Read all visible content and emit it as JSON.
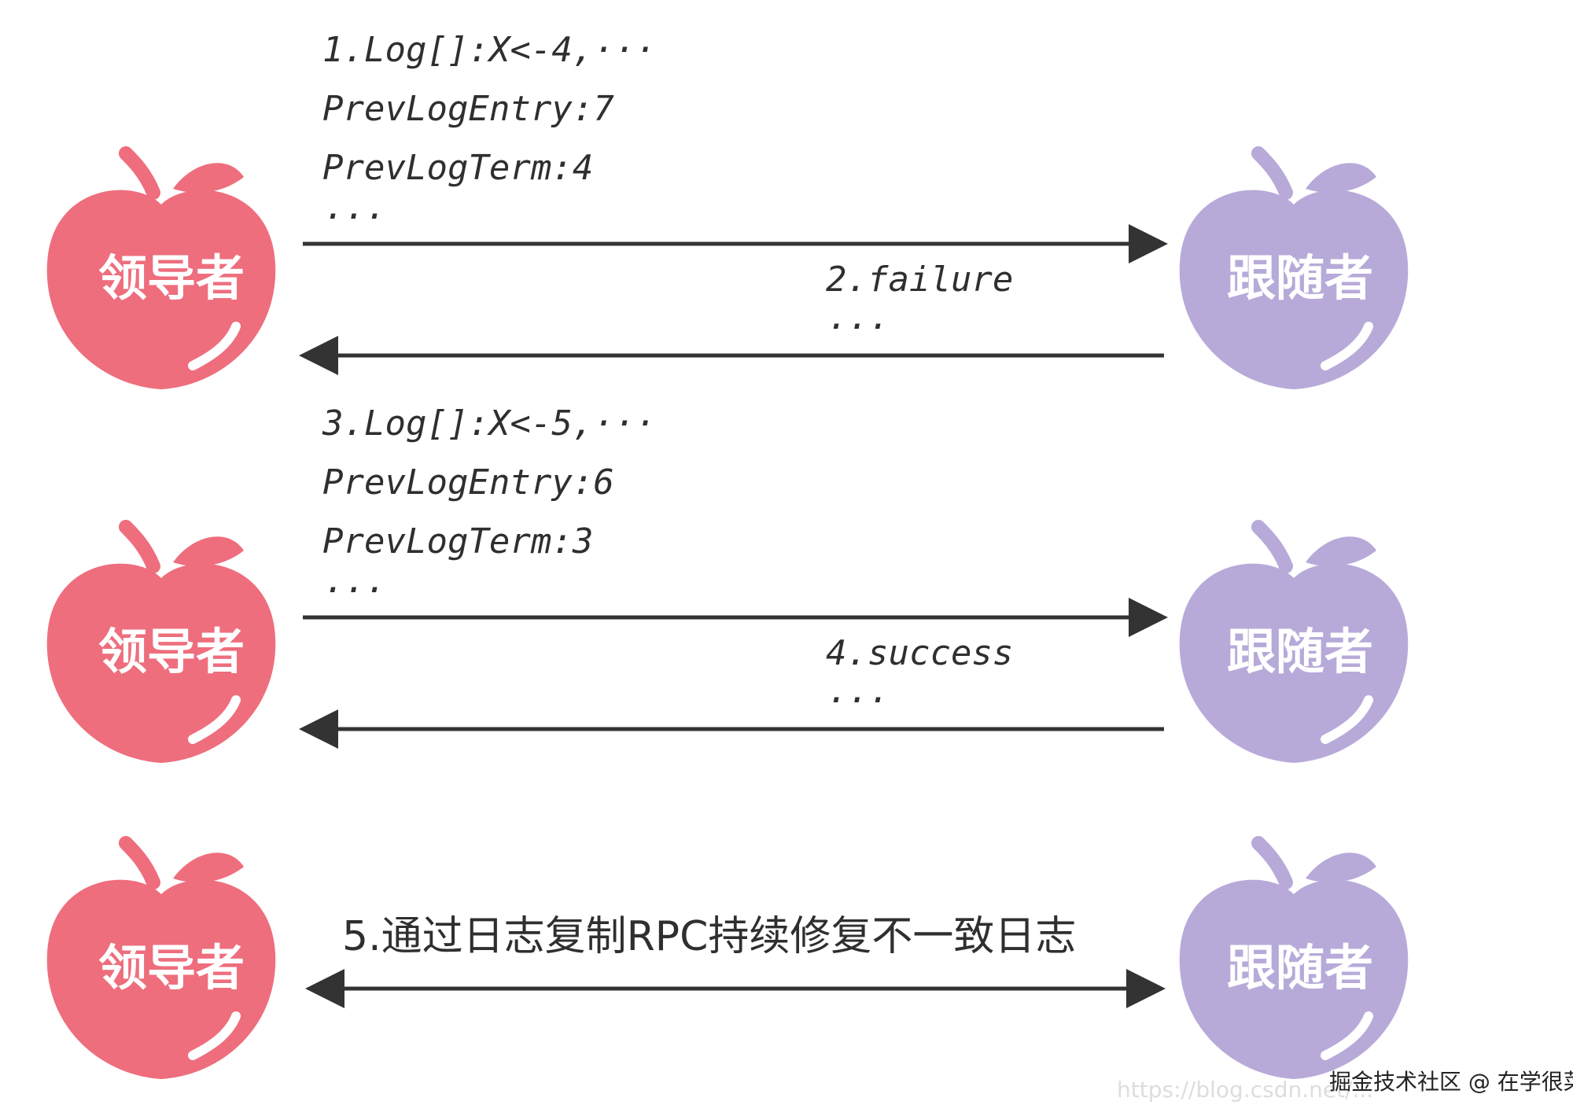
{
  "colors": {
    "leader": "#ee6e7d",
    "follower": "#b7aad9",
    "stroke": "#333333",
    "leaf_leader": "#ee6e7d",
    "leaf_follower": "#b7aad9"
  },
  "nodes": {
    "leader_label": "领导者",
    "follower_label": "跟随者"
  },
  "rounds": [
    {
      "request_lines": [
        "1.Log[]:X<-4,···",
        "PrevLogEntry:7",
        "PrevLogTerm:4",
        "···"
      ],
      "reply_lines": [
        "2.failure",
        "···"
      ]
    },
    {
      "request_lines": [
        "3.Log[]:X<-5,···",
        "PrevLogEntry:6",
        "PrevLogTerm:3",
        "···"
      ],
      "reply_lines": [
        "4.success",
        "···"
      ]
    }
  ],
  "final_message": "5.通过日志复制RPC持续修复不一致日志",
  "watermark": {
    "faint": "https://blog.csdn.net/...",
    "credit": "掘金技术社区 @ 在学很菜"
  }
}
